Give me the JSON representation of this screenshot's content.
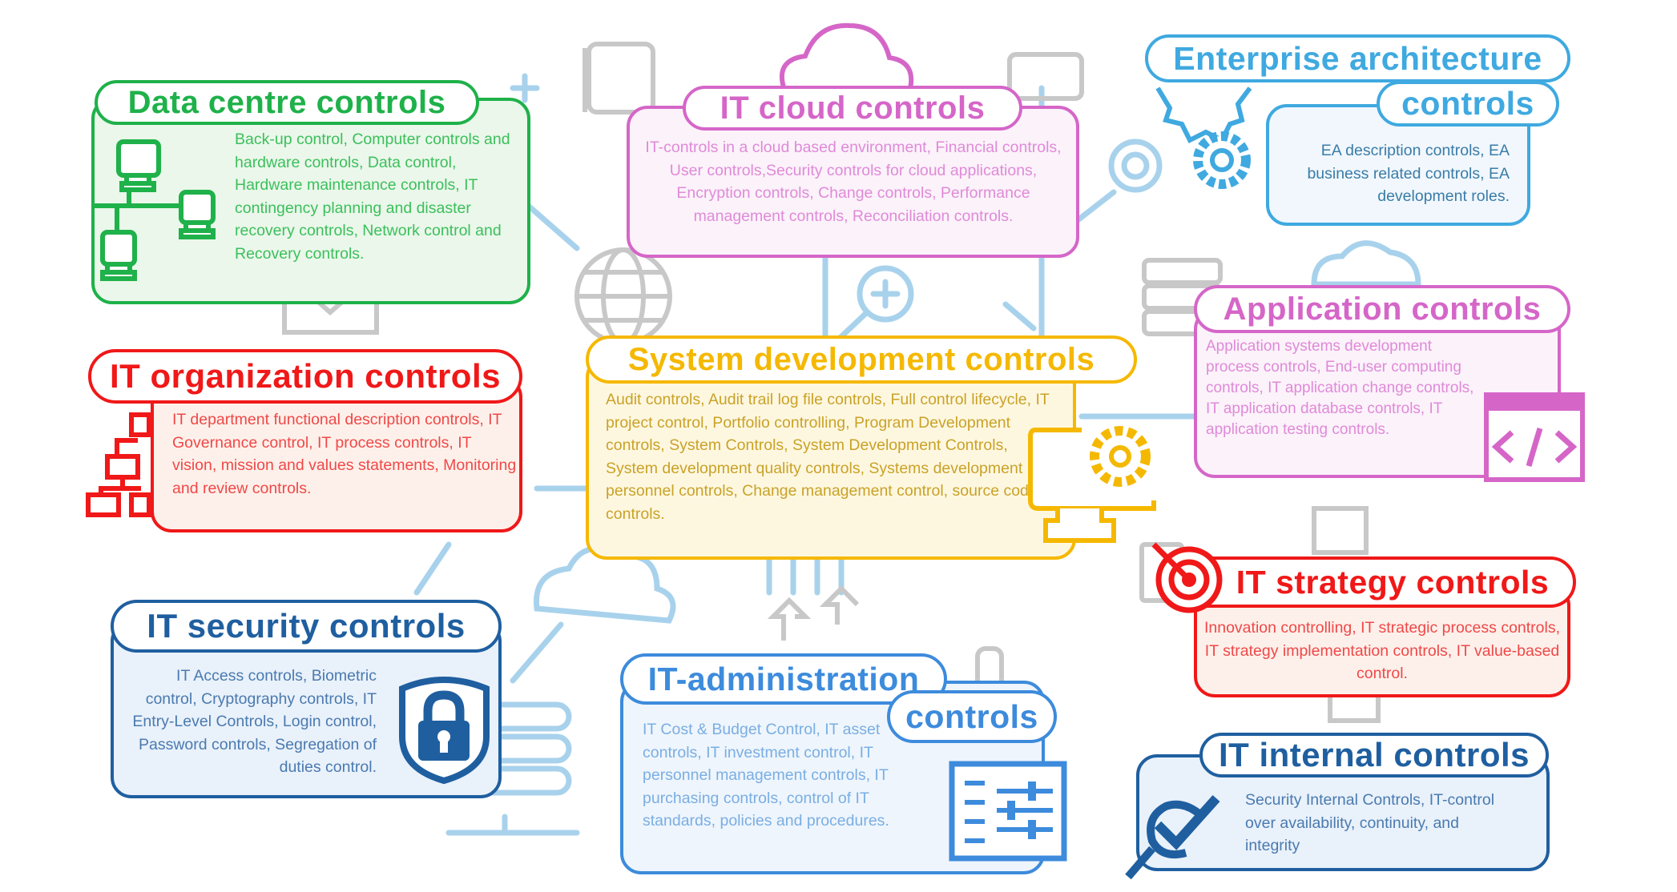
{
  "colors": {
    "green": "#1fb14a",
    "pink": "#d566c8",
    "sky": "#3fa9e0",
    "red": "#f01818",
    "yellow": "#f5b800",
    "navy": "#1f5fa0",
    "admin_blue": "#3d8bdc",
    "decor_blue": "#a8d2ec",
    "decor_gray": "#c8c8c8"
  },
  "panels": {
    "data_centre": {
      "title": "Data centre controls",
      "body": "Back-up control, Computer controls and hardware controls, Data control, Hardware maintenance controls, IT contingency planning and disaster recovery controls, Network control and Recovery controls."
    },
    "it_cloud": {
      "title": "IT cloud controls",
      "body": "IT-controls in a cloud based environment, Financial controls, User controls,Security controls for cloud applications, Encryption controls, Change controls, Performance management controls, Reconciliation controls."
    },
    "enterprise_architecture": {
      "title_line1": "Enterprise architecture",
      "title_line2": "controls",
      "body": "EA description controls, EA business related controls, EA development roles."
    },
    "application": {
      "title": "Application controls",
      "body": "Application systems development process controls, End-user computing controls, IT application change controls, IT application database controls, IT application testing controls."
    },
    "it_organization": {
      "title": "IT organization controls",
      "body": "IT department functional description controls, IT Governance control, IT process controls, IT vision, mission and values statements, Monitoring and review controls."
    },
    "system_development": {
      "title": "System development controls",
      "body": "Audit controls, Audit trail log file controls, Full control lifecycle, IT project control, Portfolio controlling, Program Development controls, System Controls, System Development Controls, System development quality controls, Systems development personnel controls, Change management control, source code controls."
    },
    "it_strategy": {
      "title": "IT strategy controls",
      "body": "Innovation controlling, IT strategic process controls, IT strategy implementation controls, IT value-based control."
    },
    "it_security": {
      "title": "IT security controls",
      "body": "IT Access controls,  Biometric control, Cryptography controls, IT Entry-Level Controls, Login control, Password controls, Segregation of duties control."
    },
    "it_administration": {
      "title_line1": "IT-administration",
      "title_line2": "controls",
      "body": "IT Cost & Budget Control, IT asset controls, IT investment control, IT personnel management controls, IT purchasing controls, control of IT standards, policies and procedures."
    },
    "it_internal": {
      "title": "IT internal controls",
      "body": "Security Internal Controls, IT-control over availability, continuity, and integrity"
    }
  }
}
